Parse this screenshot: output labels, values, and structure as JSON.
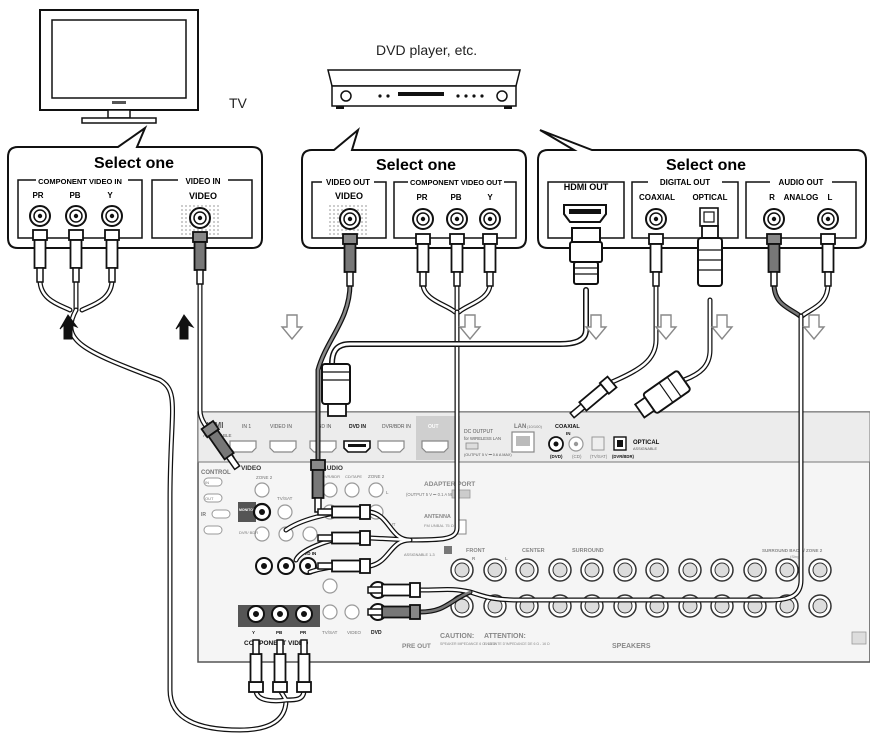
{
  "devices": {
    "tv_label": "TV",
    "dvd_label": "DVD player, etc."
  },
  "panels": {
    "tv": {
      "select_one": "Select one",
      "component_video_in": "COMPONENT VIDEO IN",
      "pr": "PR",
      "pb": "PB",
      "y": "Y",
      "video_in": "VIDEO IN",
      "video": "VIDEO"
    },
    "dvd_video": {
      "select_one": "Select one",
      "video_out": "VIDEO OUT",
      "video": "VIDEO",
      "component_video_out": "COMPONENT VIDEO OUT",
      "pr": "PR",
      "pb": "PB",
      "y": "Y"
    },
    "dvd_audio": {
      "select_one": "Select one",
      "hdmi_out": "HDMI OUT",
      "digital_out": "DIGITAL OUT",
      "coaxial": "COAXIAL",
      "optical": "OPTICAL",
      "audio_out": "AUDIO OUT",
      "r": "R",
      "analog": "ANALOG",
      "l": "L"
    }
  },
  "receiver": {
    "hdmi": "HDMI",
    "assignable": "ASSIGNABLE",
    "in1": "IN 1",
    "video_in": "VIDEO IN",
    "bd_in": "BD IN",
    "dvd_in": "DVD IN",
    "dvr_bdr_in": "DVR/BDR IN",
    "out": "OUT",
    "dc_output": "DC OUTPUT",
    "for_wireless_lan": "for WIRELESS LAN",
    "output_spec": "(OUTPUT 5 V ⎓ 0.6 A MAX)",
    "lan": "LAN",
    "lan_spec": "(10/100)",
    "coaxial": "COAXIAL",
    "in": "IN",
    "dvd_paren": "(DVD)",
    "cd_paren": "(CD)",
    "tv_sat_paren": "(TV/SAT)",
    "dvr_bdr_paren": "(DVR/BDR)",
    "optical": "OPTICAL",
    "assignable_small": "ASSIGNABLE",
    "control": "CONTROL",
    "in_short": "IN",
    "out_short": "OUT",
    "ir": "IR",
    "video": "VIDEO",
    "zone2": "ZONE 2",
    "monitor_out": "MONITOR OUT",
    "tv_sat": "TV/SAT",
    "dvr_bdr": "DVR/ BDR",
    "dvd_in_small": "DVD IN",
    "audio": "AUDIO",
    "dvr_bdr_audio": "DVR/BDR",
    "cd_tape": "CD/TAPE",
    "adapter_port": "ADAPTER PORT",
    "adapter_spec": "(OUTPUT 5 V ⎓ 0.1 A MAX)",
    "antenna": "ANTENNA",
    "fm_unbal": "FM UNBAL 75 Ω",
    "am_loop": "AM LOOP",
    "assignable_1_3": "ASSIGNABLE 1-3",
    "component_video": "COMPONENT VIDEO",
    "y": "Y",
    "pb": "PB",
    "pr": "PR",
    "pre_out": "PRE OUT",
    "dvd": "DVD",
    "front": "FRONT",
    "center": "CENTER",
    "surround": "SURROUND",
    "surround_back": "SURROUND BACK / ZONE 2",
    "single": "(Single)",
    "r": "R",
    "l": "L",
    "speakers": "SPEAKERS",
    "caution": "CAUTION:",
    "caution_text": "SPEAKER IMPEDANCE 6 Ω - 16 Ω",
    "attention": "ATTENTION:",
    "attention_text": "ENCEINTE D'IMPEDANCE DE 6 Ω - 16 Ω"
  },
  "colors": {
    "line": "#111111",
    "panel_fill": "#ffffff",
    "receiver_fill": "#f4f4f4",
    "jack_gray": "#9a9a9a",
    "hatch": "#bbbbbb",
    "cable_dark": "#555555"
  }
}
